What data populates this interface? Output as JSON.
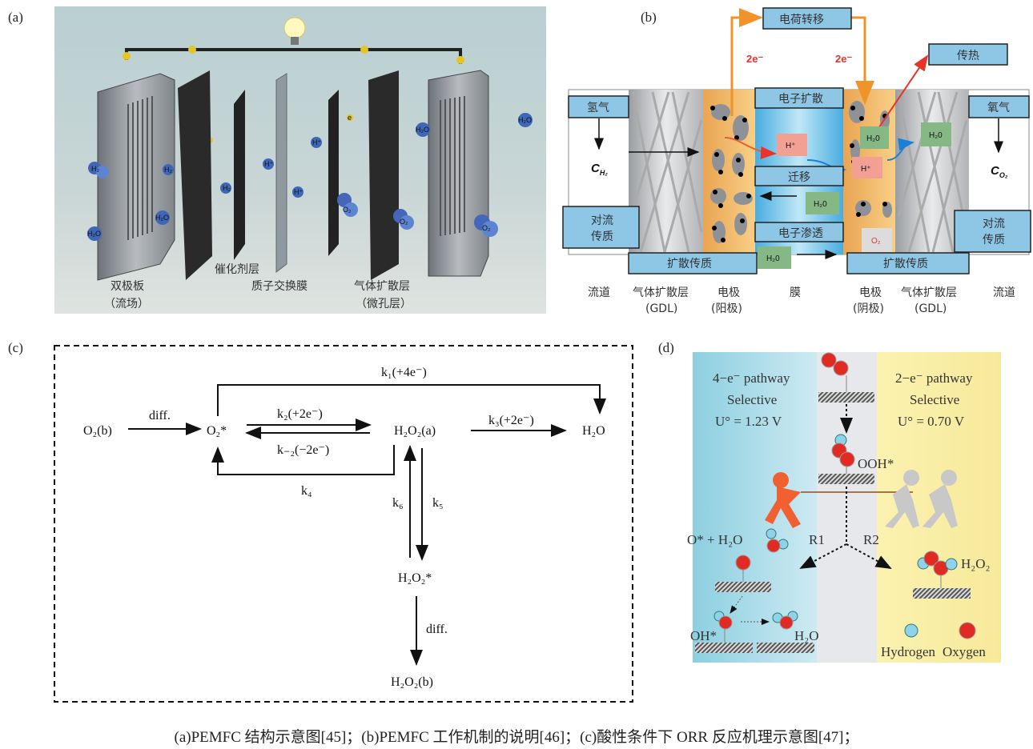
{
  "panel_labels": {
    "a": "(a)",
    "b": "(b)",
    "c": "(c)",
    "d": "(d)"
  },
  "panel_a": {
    "labels": {
      "bipolar_plate": "双极板",
      "bipolar_plate_sub": "（流场）",
      "catalyst_layer": "催化剂层",
      "pem": "质子交换膜",
      "gdl": "气体扩散层",
      "gdl_sub": "（微孔层）"
    },
    "molecules": {
      "h2": "H₂",
      "h_plus": "H⁺",
      "o2": "O₂",
      "h2o": "H₂O",
      "electron": "e"
    }
  },
  "panel_b": {
    "charge_transfer": "电荷转移",
    "heat_transfer": "传热",
    "electron_left": "2e⁻",
    "electron_right": "2e⁻",
    "hydrogen": "氢气",
    "oxygen": "氧气",
    "c_h2": "C",
    "c_h2_sub": "H₂",
    "c_o2": "C",
    "c_o2_sub": "O₂",
    "convection_left": [
      "对流",
      "传质"
    ],
    "convection_right": [
      "对流",
      "传质"
    ],
    "electron_diffusion": "电子扩散",
    "migration": "迁移",
    "electron_osmosis": "电子渗透",
    "diffusion_left": "扩散传质",
    "diffusion_right": "扩散传质",
    "h_plus": "H⁺",
    "h2o": "H₂0",
    "o2": "O₂",
    "bottom_labels": [
      {
        "line1": "流道",
        "line2": ""
      },
      {
        "line1": "气体扩散层",
        "line2": "(GDL)"
      },
      {
        "line1": "电极",
        "line2": "(阳极)"
      },
      {
        "line1": "膜",
        "line2": ""
      },
      {
        "line1": "电极",
        "line2": "(阴极)"
      },
      {
        "line1": "气体扩散层",
        "line2": "(GDL)"
      },
      {
        "line1": "流道",
        "line2": ""
      }
    ]
  },
  "panel_c": {
    "o2_b": "O₂(b)",
    "diff1": "diff.",
    "o2_star": "O₂*",
    "k1": "k₁(+4e⁻)",
    "k2": "k₂(+2e⁻)",
    "k_minus2": "k₋₂(−2e⁻)",
    "h2o2_a": "H₂O₂(a)",
    "k3": "k₃(+2e⁻)",
    "h2o": "H₂O",
    "k4": "k₄",
    "k6": "k₆",
    "k5": "k₅",
    "h2o2_star": "H₂O₂*",
    "diff2": "diff.",
    "h2o2_b": "H₂O₂(b)"
  },
  "panel_d": {
    "left_title": [
      "4−e⁻ pathway",
      "Selective",
      "U° = 1.23 V"
    ],
    "right_title": [
      "2−e⁻ pathway",
      "Selective",
      "U° = 0.70 V"
    ],
    "ooh": "OOH*",
    "r1": "R1",
    "r2": "R2",
    "o_plus_h2o": "O* + H₂O",
    "h2o2": "H₂O₂",
    "oh": "OH*",
    "h2o": "H₂O",
    "legend_hydrogen": "Hydrogen",
    "legend_oxygen": "Oxygen",
    "colors": {
      "hydrogen": "#8fd3ea",
      "oxygen": "#e02a22",
      "left_bg": "#a9dbe8",
      "right_bg": "#f8eeac",
      "mid_bg": "#e6e8ec"
    }
  },
  "caption": "(a)PEMFC 结构示意图[45]；(b)PEMFC 工作机制的说明[46]；(c)酸性条件下 ORR 反应机理示意图[47]；"
}
